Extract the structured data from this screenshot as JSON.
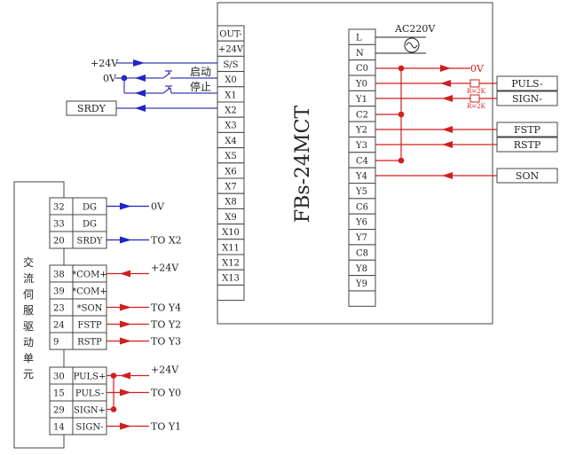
{
  "plc": {
    "model": "FBs-24MCT",
    "left_terminals": [
      "OUT-",
      "+24V",
      "S/S",
      "X0",
      "X1",
      "X2",
      "X3",
      "X4",
      "X5",
      "X6",
      "X7",
      "X8",
      "X9",
      "X10",
      "X11",
      "X12",
      "X13",
      ""
    ],
    "right_terminals": [
      "L",
      "N",
      "C0",
      "Y0",
      "Y1",
      "C2",
      "Y2",
      "Y3",
      "C4",
      "Y4",
      "Y5",
      "C6",
      "Y6",
      "Y7",
      "C8",
      "Y8",
      "Y9",
      ""
    ]
  },
  "power": {
    "ac_label": "AC220V",
    "c0_out_label": "0V"
  },
  "plc_inputs": {
    "supply_label": "+24V",
    "zero_label": "0V",
    "start_label": "启动",
    "stop_label": "停止",
    "srdy_box": "SRDY"
  },
  "plc_outputs": {
    "resistor_label": "R=2K",
    "boxes": [
      "PULS-",
      "SIGN-",
      "FSTP",
      "RSTP",
      "SON"
    ]
  },
  "servo": {
    "title_chars": [
      "交",
      "流",
      "伺",
      "服",
      "驱",
      "动",
      "单",
      "元"
    ],
    "group1": [
      {
        "num": "32",
        "name": "DG",
        "conn": "0V"
      },
      {
        "num": "33",
        "name": "DG",
        "conn": ""
      },
      {
        "num": "20",
        "name": "SRDY",
        "conn": "TO X2"
      }
    ],
    "group2": [
      {
        "num": "38",
        "name": "*COM+",
        "conn": "+24V"
      },
      {
        "num": "39",
        "name": "*COM+",
        "conn": ""
      },
      {
        "num": "23",
        "name": "*SON",
        "conn": "TO Y4"
      },
      {
        "num": "24",
        "name": "FSTP",
        "conn": "TO Y2"
      },
      {
        "num": "9",
        "name": "RSTP",
        "conn": "TO Y3"
      }
    ],
    "group3": [
      {
        "num": "30",
        "name": "PULS+",
        "conn": "+24V"
      },
      {
        "num": "15",
        "name": "PULS-",
        "conn": "TO Y0"
      },
      {
        "num": "29",
        "name": "SIGN+",
        "conn": ""
      },
      {
        "num": "14",
        "name": "SIGN-",
        "conn": "TO Y1"
      }
    ]
  },
  "colors": {
    "input_wire": "#3a3ab8",
    "output_wire": "#d21f1f"
  }
}
